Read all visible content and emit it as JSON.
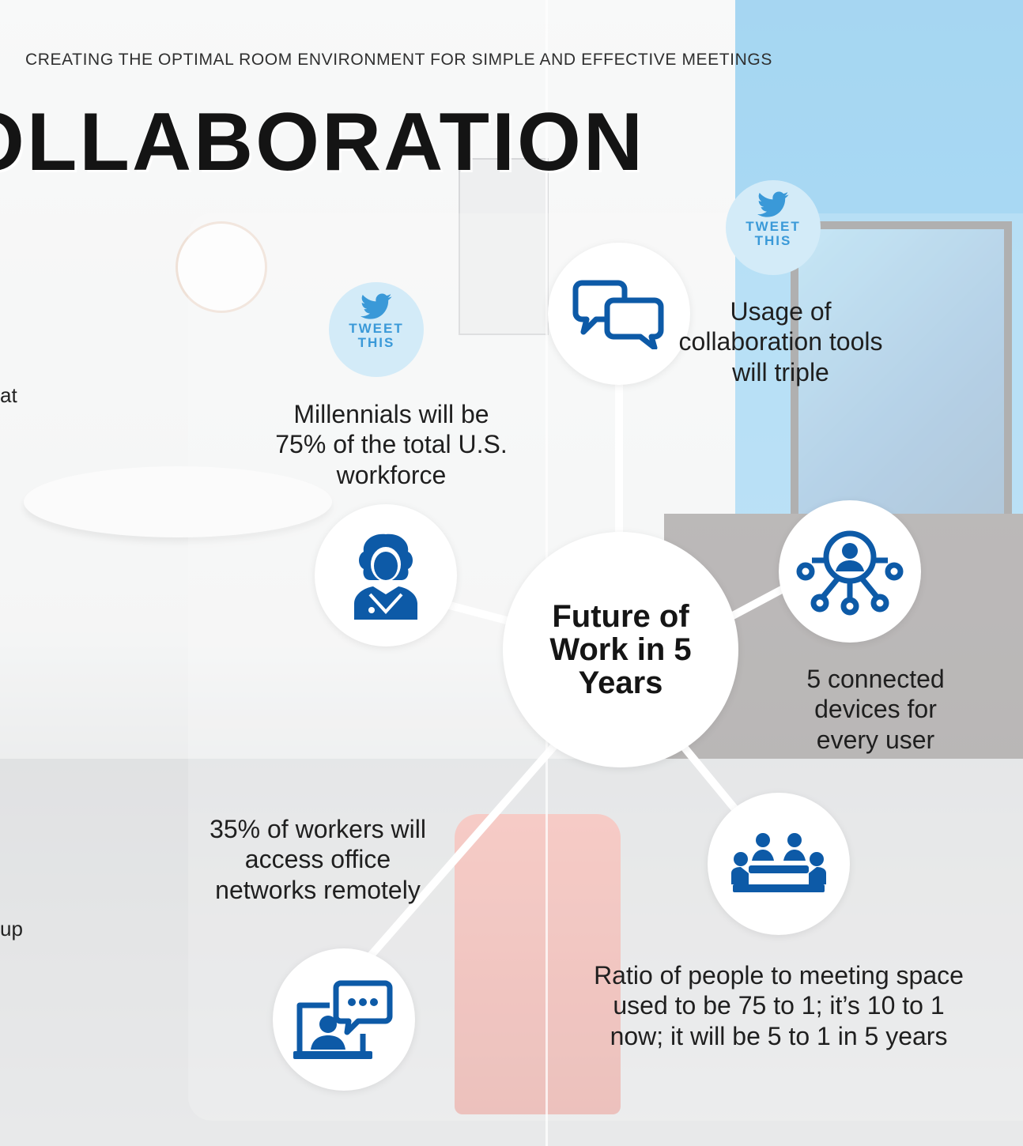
{
  "header": {
    "subtitle": "CREATING THE OPTIMAL ROOM ENVIRONMENT FOR SIMPLE AND EFFECTIVE MEETINGS",
    "title": "OLLABORATION"
  },
  "edge_fragments": [
    "at",
    "up"
  ],
  "hub": {
    "text": "Future of Work in 5 Years"
  },
  "tweet_badges": [
    {
      "label": "TWEET THIS",
      "icon": "twitter-bird-icon"
    },
    {
      "label": "TWEET THIS",
      "icon": "twitter-bird-icon"
    }
  ],
  "stats": [
    {
      "id": "millennials",
      "text": "Millennials will be 75% of the total U.S. workforce",
      "icon": "person-headset-icon"
    },
    {
      "id": "collaboration-tools",
      "text": "Usage of collaboration tools will triple",
      "icon": "chat-bubbles-icon"
    },
    {
      "id": "connected-devices",
      "text": "5 connected devices for every user",
      "icon": "user-network-icon"
    },
    {
      "id": "meeting-ratio",
      "text": "Ratio of people to meeting space used to be 75 to 1; it’s 10 to 1 now; it will be 5 to 1 in 5 years",
      "icon": "meeting-table-icon"
    },
    {
      "id": "remote-access",
      "text": "35% of workers will access office networks remotely",
      "icon": "video-chat-icon"
    }
  ],
  "colors": {
    "icon_blue": "#0d5aa7",
    "tweet_blue": "#3a99d8",
    "tweet_bg": "#d3ebf8",
    "connector": "#ffffff"
  }
}
